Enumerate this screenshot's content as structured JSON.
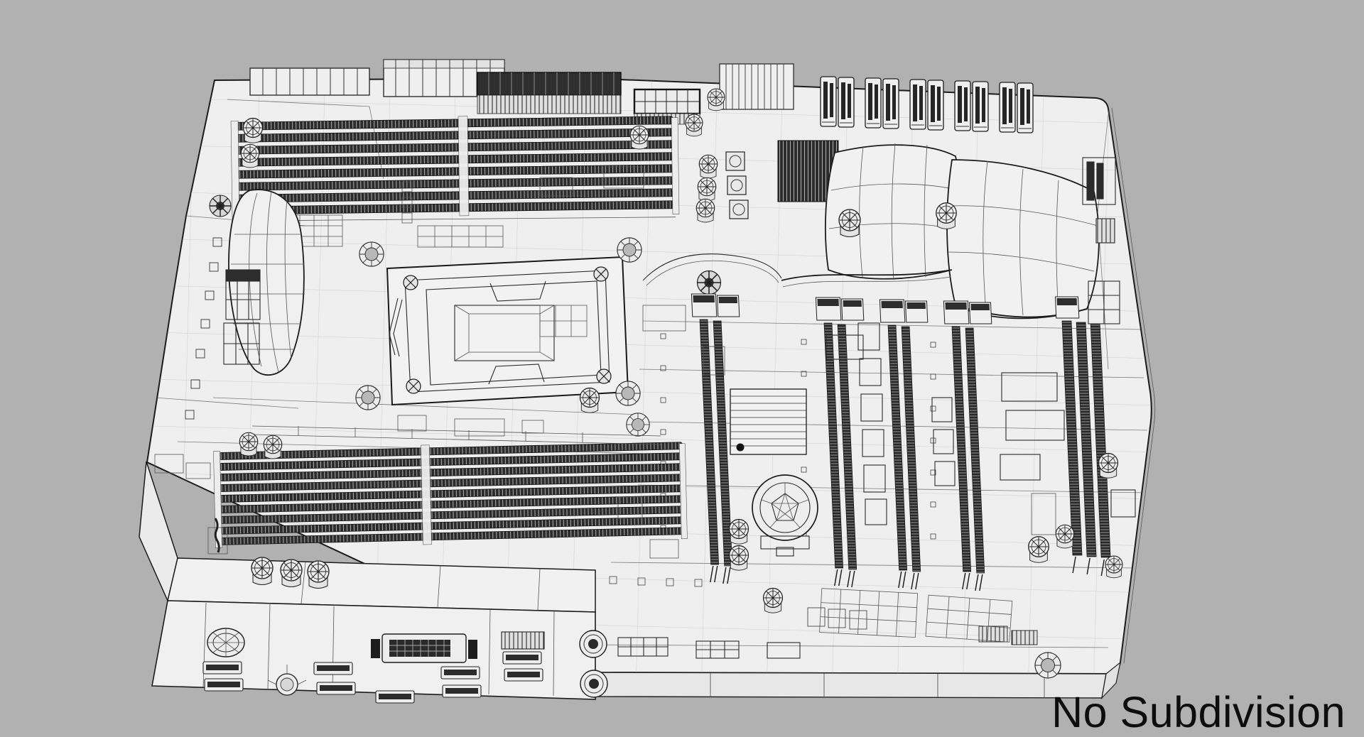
{
  "caption": {
    "label": "No Subdivision"
  },
  "scene": {
    "subject": "motherboard-3d-wireframe-render",
    "colors": {
      "background": "#b1b1b1",
      "board": "#efefef",
      "line": "#1c1c1c",
      "slot_dark": "#2a2a2a",
      "hole_gray": "#bdbdbd",
      "caption_text": "#0d0d0d"
    },
    "components": [
      "pcb-board",
      "dimm-bank-top",
      "dimm-bank-bottom",
      "cpu-socket",
      "vrm-shroud",
      "chipset-heatsink",
      "pcie-slots",
      "atx-power-connector",
      "eps-power-connector",
      "sata-ports",
      "vrm-heatsink-fins",
      "rear-io-cover",
      "ps2-port",
      "usb-ports",
      "dvi-port",
      "audio-jacks",
      "ethernet-port",
      "cmos-battery",
      "capacitors",
      "chokes",
      "mounting-holes",
      "bios-chip"
    ]
  }
}
